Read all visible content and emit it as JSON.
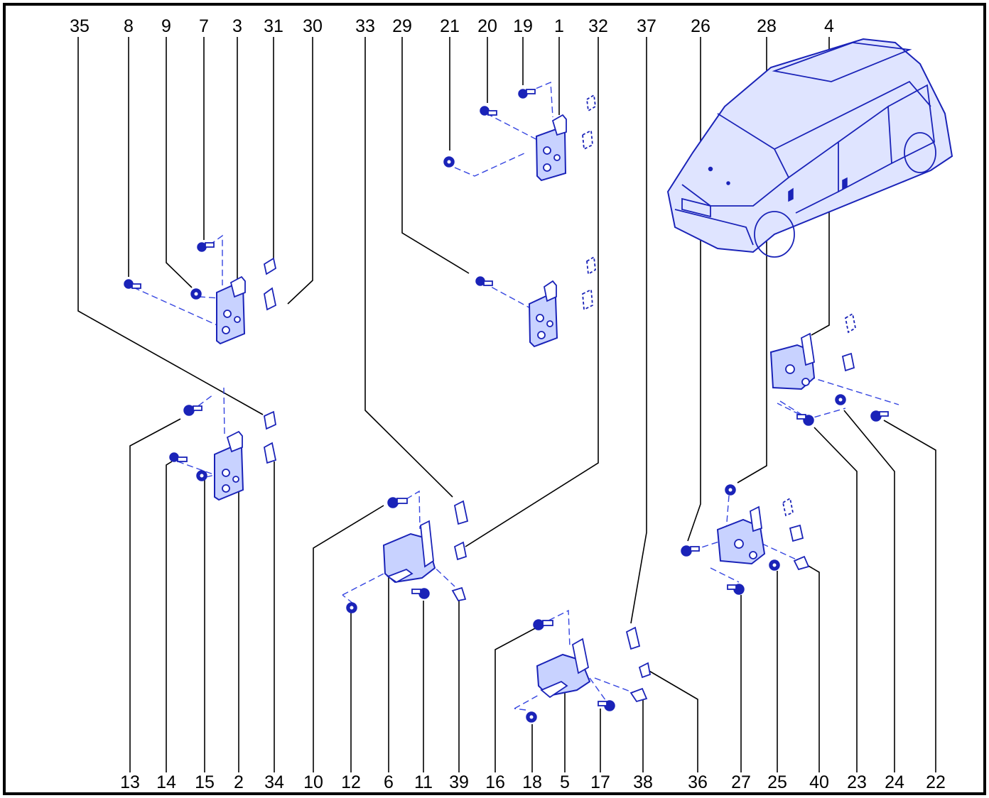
{
  "diagram": {
    "border_color": "#000000",
    "part_color": "#1a23b8",
    "top_labels": [
      "35",
      "8",
      "9",
      "7",
      "3",
      "31",
      "30",
      "33",
      "29",
      "21",
      "20",
      "19",
      "1",
      "32",
      "37",
      "26",
      "28",
      "4"
    ],
    "bottom_labels": [
      "13",
      "14",
      "15",
      "2",
      "34",
      "10",
      "12",
      "6",
      "11",
      "39",
      "16",
      "18",
      "5",
      "17",
      "38",
      "36",
      "27",
      "25",
      "40",
      "23",
      "24",
      "22"
    ]
  }
}
